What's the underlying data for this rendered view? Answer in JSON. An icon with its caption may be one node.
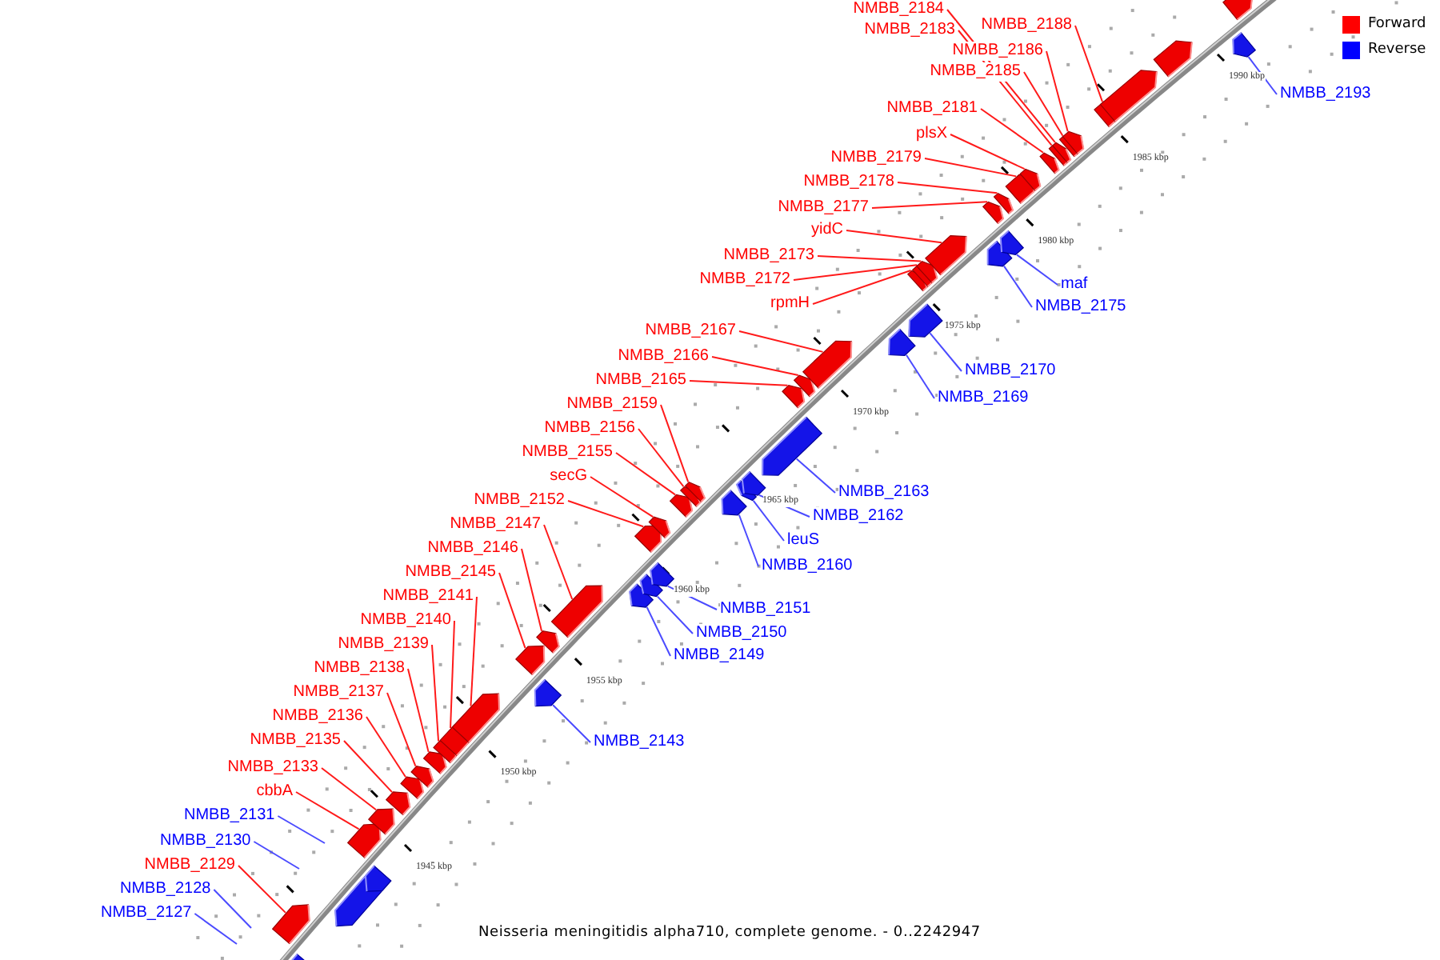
{
  "diagram": {
    "caption": "Neisseria meningitidis alpha710, complete genome. - 0..2242947",
    "nodes": [
      {
        "text": [
          "NMBB_2127"
        ]
      },
      {
        "text": [
          "NMBB_2128"
        ]
      },
      {
        "text": [
          "NMBB_2129"
        ]
      },
      {
        "text": [
          "NMBB_2130"
        ]
      },
      {
        "text": [
          "NMBB_2131"
        ]
      },
      {
        "text": [
          "cbbA"
        ]
      },
      {
        "text": [
          "NMBB_2133"
        ]
      },
      {
        "text": [
          "NMBB_2135"
        ]
      },
      {
        "text": [
          "NMBB_2136"
        ]
      },
      {
        "text": [
          "NMBB_2137"
        ]
      },
      {
        "text": [
          "NMBB_2138"
        ]
      },
      {
        "text": [
          "NMBB_2139"
        ]
      },
      {
        "text": [
          "NMBB_2140"
        ]
      },
      {
        "text": [
          "NMBB_2141"
        ]
      },
      {
        "text": [
          "NMBB_2143"
        ]
      },
      {
        "text": [
          "NMBB_2145"
        ]
      },
      {
        "text": [
          "NMBB_2146"
        ]
      },
      {
        "text": [
          "NMBB_2147"
        ]
      },
      {
        "text": [
          "NMBB_2149"
        ]
      },
      {
        "text": [
          "NMBB_2150"
        ]
      },
      {
        "text": [
          "NMBB_2151"
        ]
      },
      {
        "text": [
          "NMBB_2152"
        ]
      },
      {
        "text": [
          "secG"
        ]
      },
      {
        "text": [
          "NMBB_2155"
        ]
      },
      {
        "text": [
          "NMBB_2156"
        ]
      },
      {
        "text": [
          "NMBB_2159"
        ]
      },
      {
        "text": [
          "NMBB_2160"
        ]
      },
      {
        "text": [
          "leuS"
        ]
      },
      {
        "text": [
          "NMBB_2162"
        ]
      },
      {
        "text": [
          "NMBB_2163"
        ]
      },
      {
        "text": [
          "NMBB_2165"
        ]
      },
      {
        "text": [
          "NMBB_2166"
        ]
      },
      {
        "text": [
          "NMBB_2167"
        ]
      },
      {
        "text": [
          "NMBB_2169"
        ]
      },
      {
        "text": [
          "NMBB_2170"
        ]
      },
      {
        "text": [
          "rpmH"
        ]
      },
      {
        "text": [
          "NMBB_2172"
        ]
      },
      {
        "text": [
          "NMBB_2173"
        ]
      },
      {
        "text": [
          "maf"
        ]
      },
      {
        "text": [
          "NMBB_2175"
        ]
      },
      {
        "text": [
          "yidC"
        ]
      },
      {
        "text": [
          "NMBB_2177"
        ]
      },
      {
        "text": [
          "NMBB_2178"
        ]
      },
      {
        "text": [
          "NMBB_2179"
        ]
      },
      {
        "text": [
          "plsX"
        ]
      },
      {
        "text": [
          "NMBB_2181"
        ]
      },
      {
        "text": [
          "NMBB_2183"
        ]
      },
      {
        "text": [
          "NMBB_2184"
        ]
      },
      {
        "text": [
          "NMBB_2185"
        ]
      },
      {
        "text": [
          "NMBB_2186"
        ]
      },
      {
        "text": [
          "NMBB_2188"
        ]
      },
      {
        "text": [
          "NMBB_2193"
        ]
      },
      {
        "text": [],
        "shape": "arrow"
      },
      {
        "text": [],
        "shape": "arrow"
      },
      {
        "text": [],
        "shape": "arrow"
      },
      {
        "text": [],
        "shape": "arrow"
      },
      {
        "text": [],
        "shape": "arrow"
      },
      {
        "text": [],
        "shape": "arrow"
      },
      {
        "text": [],
        "shape": "arrow"
      },
      {
        "text": [],
        "shape": "arrow"
      },
      {
        "text": [],
        "shape": "arrow"
      },
      {
        "text": [],
        "shape": "arrow"
      },
      {
        "text": [],
        "shape": "arrow"
      },
      {
        "text": [],
        "shape": "arrow"
      },
      {
        "text": [],
        "shape": "arrow"
      },
      {
        "text": [],
        "shape": "arrow"
      },
      {
        "text": [],
        "shape": "arrow"
      },
      {
        "text": [],
        "shape": "arrow"
      },
      {
        "text": [],
        "shape": "arrow"
      },
      {
        "text": [],
        "shape": "arrow"
      },
      {
        "text": [],
        "shape": "arrow"
      },
      {
        "text": [],
        "shape": "arrow"
      },
      {
        "text": [],
        "shape": "arrow"
      },
      {
        "text": [],
        "shape": "arrow"
      },
      {
        "text": [],
        "shape": "arrow"
      },
      {
        "text": [],
        "shape": "arrow"
      },
      {
        "text": [],
        "shape": "arrow"
      },
      {
        "text": [],
        "shape": "arrow"
      },
      {
        "text": [],
        "shape": "arrow"
      },
      {
        "text": [],
        "shape": "arrow"
      },
      {
        "text": [],
        "shape": "arrow"
      },
      {
        "text": [],
        "shape": "arrow"
      },
      {
        "text": [],
        "shape": "arrow"
      },
      {
        "text": [],
        "shape": "arrow"
      },
      {
        "text": [],
        "shape": "arrow"
      },
      {
        "text": [],
        "shape": "arrow"
      },
      {
        "text": [],
        "shape": "arrow"
      },
      {
        "text": [],
        "shape": "arrow"
      },
      {
        "text": [],
        "shape": "arrow"
      },
      {
        "text": [],
        "shape": "arrow"
      },
      {
        "text": [],
        "shape": "arrow"
      },
      {
        "text": [],
        "shape": "arrow"
      },
      {
        "text": [],
        "shape": "arrow"
      },
      {
        "text": [],
        "shape": "arrow"
      },
      {
        "text": [],
        "shape": "arrow"
      },
      {
        "text": [],
        "shape": "arrow"
      },
      {
        "text": [],
        "shape": "arrow"
      },
      {
        "text": [],
        "shape": "arrow"
      },
      {
        "text": [],
        "shape": "arrow"
      },
      {
        "text": [],
        "shape": "arrow"
      },
      {
        "text": [],
        "shape": "arrow"
      },
      {
        "text": [],
        "shape": "arrow"
      },
      {
        "text": [],
        "shape": "arrow"
      },
      {
        "text": [],
        "shape": "arrow"
      },
      {
        "text": [],
        "shape": "arrow"
      },
      {
        "text": [],
        "shape": "arrow"
      }
    ],
    "edges": [
      {
        "from": 0,
        "to": null,
        "arrow": "none",
        "color": "#4b4bff"
      },
      {
        "from": 1,
        "to": null,
        "arrow": "none",
        "color": "#4b4bff"
      },
      {
        "from": 2,
        "to": 53,
        "arrow": "none"
      },
      {
        "from": 3,
        "to": null,
        "arrow": "none",
        "color": "#4b4bff"
      },
      {
        "from": 4,
        "to": null,
        "arrow": "none",
        "color": "#4b4bff"
      },
      {
        "from": 5,
        "to": 56,
        "arrow": "none"
      },
      {
        "from": 6,
        "to": 57,
        "arrow": "none"
      },
      {
        "from": 7,
        "to": 58,
        "arrow": "none"
      },
      {
        "from": 8,
        "to": 59,
        "arrow": "none"
      },
      {
        "from": 9,
        "to": 60,
        "arrow": "none"
      },
      {
        "from": 10,
        "to": 61,
        "arrow": "none"
      },
      {
        "from": 11,
        "to": 62,
        "arrow": "none"
      },
      {
        "from": 12,
        "to": 63,
        "arrow": "none"
      },
      {
        "from": 13,
        "to": 64,
        "arrow": "none"
      },
      {
        "from": 14,
        "to": 65,
        "arrow": "none",
        "color": "#4b4bff"
      },
      {
        "from": 15,
        "to": 66,
        "arrow": "none"
      },
      {
        "from": 16,
        "to": 67,
        "arrow": "none"
      },
      {
        "from": 17,
        "to": 68,
        "arrow": "none"
      },
      {
        "from": 18,
        "to": 69,
        "arrow": "none",
        "color": "#4b4bff"
      },
      {
        "from": 19,
        "to": 70,
        "arrow": "none",
        "color": "#4b4bff"
      },
      {
        "from": 20,
        "to": 71,
        "arrow": "none",
        "color": "#4b4bff"
      },
      {
        "from": 21,
        "to": 72,
        "arrow": "none"
      },
      {
        "from": 22,
        "to": 73,
        "arrow": "none"
      },
      {
        "from": 23,
        "to": 74,
        "arrow": "none"
      },
      {
        "from": 24,
        "to": 75,
        "arrow": "none"
      },
      {
        "from": 25,
        "to": 76,
        "arrow": "none"
      },
      {
        "from": 26,
        "to": 77,
        "arrow": "none",
        "color": "#4b4bff"
      },
      {
        "from": 27,
        "to": 78,
        "arrow": "none",
        "color": "#4b4bff"
      },
      {
        "from": 28,
        "to": 79,
        "arrow": "none",
        "color": "#4b4bff"
      },
      {
        "from": 29,
        "to": 80,
        "arrow": "none",
        "color": "#4b4bff"
      },
      {
        "from": 30,
        "to": 81,
        "arrow": "none"
      },
      {
        "from": 31,
        "to": 82,
        "arrow": "none"
      },
      {
        "from": 32,
        "to": 83,
        "arrow": "none"
      },
      {
        "from": 33,
        "to": 84,
        "arrow": "none",
        "color": "#4b4bff"
      },
      {
        "from": 34,
        "to": 85,
        "arrow": "none",
        "color": "#4b4bff"
      },
      {
        "from": 35,
        "to": 86,
        "arrow": "none"
      },
      {
        "from": 36,
        "to": 87,
        "arrow": "none"
      },
      {
        "from": 37,
        "to": 88,
        "arrow": "none"
      },
      {
        "from": 38,
        "to": 90,
        "arrow": "none",
        "color": "#4b4bff"
      },
      {
        "from": 39,
        "to": 89,
        "arrow": "none",
        "color": "#4b4bff"
      },
      {
        "from": 40,
        "to": 91,
        "arrow": "none"
      },
      {
        "from": 41,
        "to": 92,
        "arrow": "none"
      },
      {
        "from": 42,
        "to": 93,
        "arrow": "none"
      },
      {
        "from": 43,
        "to": 94,
        "arrow": "none"
      },
      {
        "from": 44,
        "to": 95,
        "arrow": "none"
      },
      {
        "from": 45,
        "to": 96,
        "arrow": "none"
      },
      {
        "from": 46,
        "to": 97,
        "arrow": "none"
      },
      {
        "from": 47,
        "to": 98,
        "arrow": "none"
      },
      {
        "from": 48,
        "to": 99,
        "arrow": "none"
      },
      {
        "from": 49,
        "to": 100,
        "arrow": "none"
      },
      {
        "from": 50,
        "to": 101,
        "arrow": "none"
      },
      {
        "from": 51,
        "to": 104,
        "arrow": "none",
        "color": "#4b4bff"
      }
    ],
    "labels": [
      "1945 kbp",
      "1950 kbp",
      "1955 kbp",
      "1960 kbp",
      "1965 kbp",
      "1970 kbp",
      "1975 kbp",
      "1980 kbp",
      "1985 kbp",
      "1990 kbp"
    ],
    "legend": [
      {
        "text": "Forward",
        "color": "#ff0000"
      },
      {
        "text": "Reverse",
        "color": "#0000ff"
      }
    ]
  }
}
